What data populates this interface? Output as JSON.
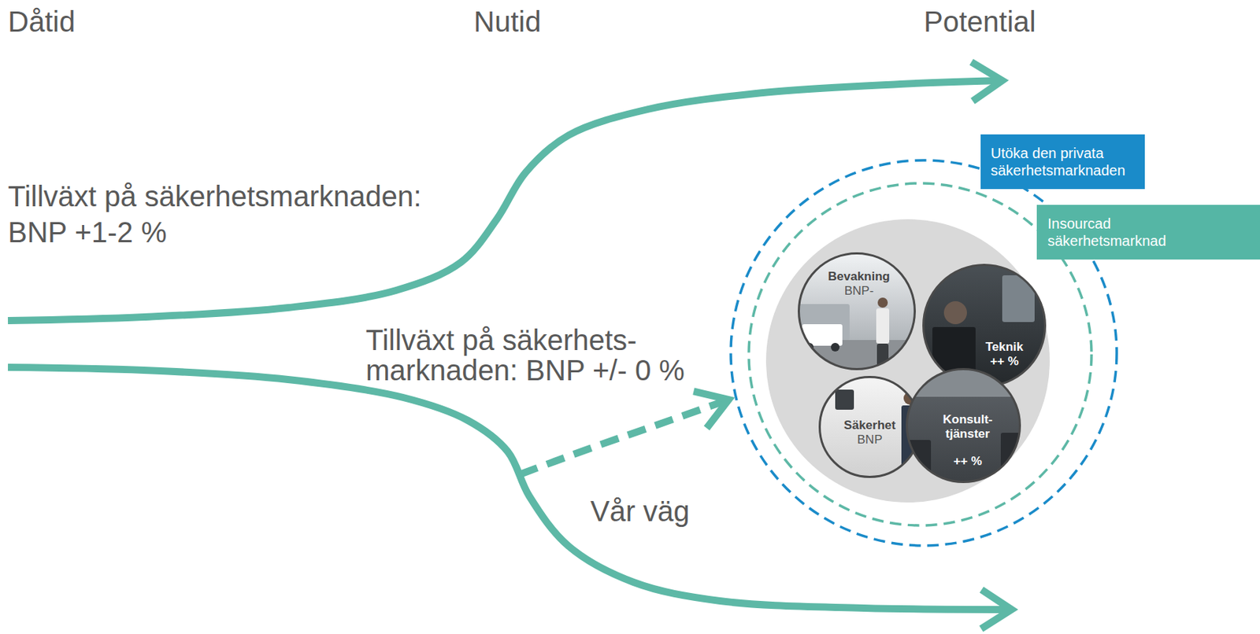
{
  "diagram": {
    "nodes": [
      {
        "text": [
          "Utöka den privata säkerhetsmarknaden"
        ]
      },
      {
        "text": [
          "Insourcad säkerhetsmarknad"
        ]
      },
      {
        "text": [
          "Bevakning",
          "BNP-"
        ]
      },
      {
        "text": [
          "Teknik",
          "++ %"
        ]
      },
      {
        "text": [
          "Säkerhet",
          "BNP"
        ]
      },
      {
        "text": [
          "Konsult- tjänster",
          "++ %"
        ]
      }
    ],
    "labels": [
      "Dåtid",
      "Nutid",
      "Potential",
      "Tillväxt på säkerhetsmarknaden: BNP +1-2 %",
      "Tillväxt på säkerhets- marknaden: BNP +/- 0 %",
      "Vår väg"
    ]
  }
}
